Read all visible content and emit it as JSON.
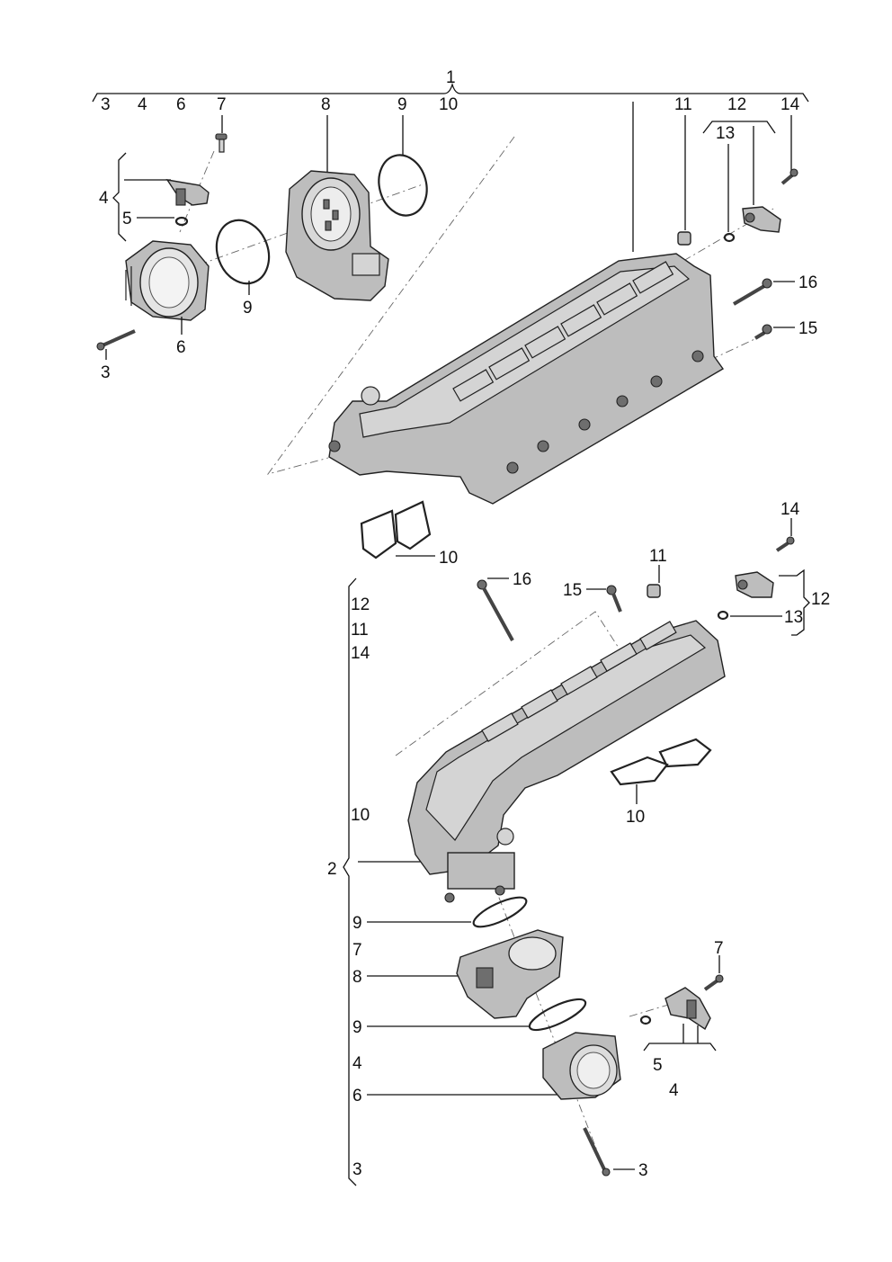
{
  "assembly_upper": {
    "main": "1",
    "header_row": [
      "3",
      "4",
      "6",
      "7",
      "8",
      "9",
      "10",
      "11",
      "12",
      "14"
    ],
    "sub_13": "13"
  },
  "assembly_lower": {
    "main": "2",
    "side_list": [
      "12",
      "11",
      "14",
      "10",
      "9",
      "7",
      "8",
      "9",
      "4",
      "6",
      "3"
    ]
  },
  "callouts_upper": {
    "c4": "4",
    "c5": "5",
    "c3": "3",
    "c6": "6",
    "c9": "9",
    "c16": "16",
    "c15": "15",
    "c10": "10"
  },
  "callouts_lower": {
    "c14": "14",
    "c11": "11",
    "c16": "16",
    "c15": "15",
    "c12": "12",
    "c13": "13",
    "c10": "10",
    "c7": "7",
    "c5": "5",
    "c4": "4",
    "c3": "3"
  }
}
